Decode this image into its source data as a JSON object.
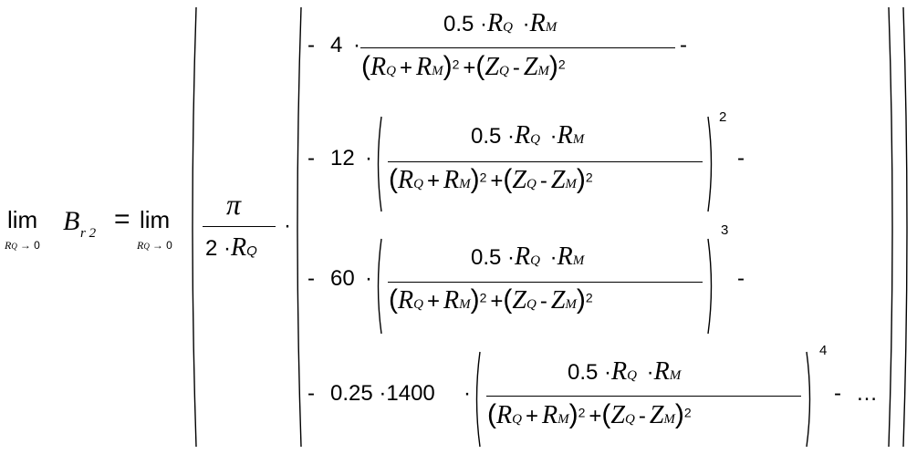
{
  "formula": {
    "lim_word": "lim",
    "lim_subscript": "R",
    "lim_subscript_index": "Q",
    "lim_arrow_target": "→ 0",
    "lhs_symbol": "B",
    "lhs_subscript": "r 2",
    "equals": "=",
    "pi": "π",
    "prefactor_den_num": "2",
    "dot": "·",
    "R": "R",
    "Z": "Z",
    "idx_Q": "Q",
    "idx_M": "M",
    "coef_half": "0.5",
    "plus": "+",
    "minus": "-",
    "sq": "2",
    "terms": [
      {
        "sign": "-",
        "coef": "4",
        "power": ""
      },
      {
        "sign": "-",
        "coef": "12",
        "power": "2"
      },
      {
        "sign": "-",
        "coef": "60",
        "power": "3"
      },
      {
        "sign": "-",
        "coef": "0.25 ·1400",
        "power": "4"
      }
    ],
    "ellipsis": "…"
  }
}
